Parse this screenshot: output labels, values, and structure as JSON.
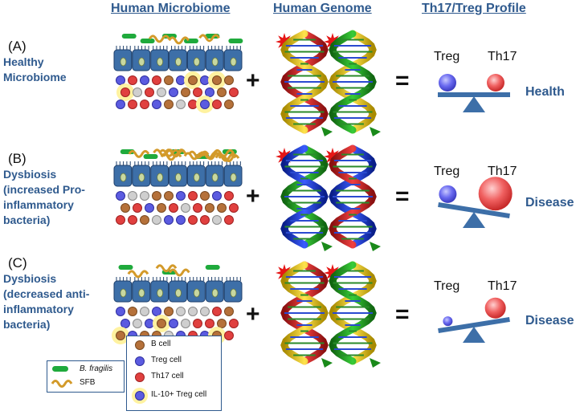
{
  "headers": {
    "microbiome": "Human Microbiome",
    "genome": "Human Genome",
    "profile": "Th17/Treg Profile"
  },
  "rows": [
    {
      "letter": "(A)",
      "description": [
        "Healthy",
        "Microbiome"
      ],
      "outcome": "Health",
      "treg_label": "Treg",
      "th17_label": "Th17"
    },
    {
      "letter": "(B)",
      "description": [
        "Dysbiosis",
        "(increased Pro-",
        "inflammatory",
        "bacteria)"
      ],
      "outcome": "Disease",
      "treg_label": "Treg",
      "th17_label": "Th17"
    },
    {
      "letter": "(C)",
      "description": [
        "Dysbiosis",
        "(decreased anti-",
        "inflammatory",
        "bacteria)"
      ],
      "outcome": "Disease",
      "treg_label": "Treg",
      "th17_label": "Th17"
    }
  ],
  "operators": {
    "plus": "+",
    "equals": "="
  },
  "legend_bacteria": {
    "bfragilis": "B. fragilis",
    "sfb": "SFB"
  },
  "legend_cells": {
    "bcell": "B cell",
    "treg": "Treg cell",
    "th17": "Th17 cell",
    "il10": "IL-10+ Treg cell"
  },
  "colors": {
    "heading": "#2f5a8e",
    "epithelium": "#3d6fa8",
    "bfragilis": "#1faa3c",
    "sfb": "#d39a2a",
    "bcell": "#b5713a",
    "treg": "#5b5be0",
    "th17": "#e0403f",
    "il10_glow": "#fff2a0",
    "scale": "#3d6fa8"
  }
}
